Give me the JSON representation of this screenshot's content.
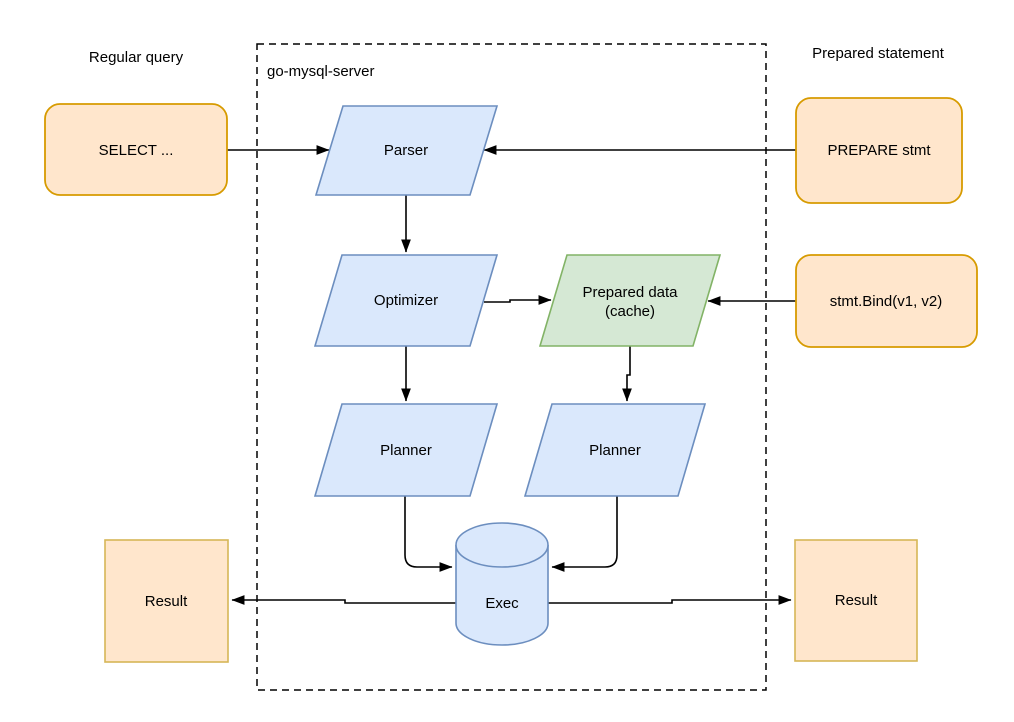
{
  "labels": {
    "regular_query": "Regular query",
    "container": "go-mysql-server",
    "prepared_statement": "Prepared statement"
  },
  "nodes": {
    "select": {
      "label": "SELECT ...",
      "shape": "rounded-rect"
    },
    "prepare_stmt": {
      "label": "PREPARE stmt",
      "shape": "rounded-rect"
    },
    "stmt_bind": {
      "label": "stmt.Bind(v1, v2)",
      "shape": "rounded-rect"
    },
    "parser": {
      "label": "Parser",
      "shape": "parallelogram"
    },
    "optimizer": {
      "label": "Optimizer",
      "shape": "parallelogram"
    },
    "prepared_data_cache": {
      "label_line1": "Prepared data",
      "label_line2": "(cache)",
      "shape": "parallelogram"
    },
    "planner_left": {
      "label": "Planner",
      "shape": "parallelogram"
    },
    "planner_right": {
      "label": "Planner",
      "shape": "parallelogram"
    },
    "exec": {
      "label": "Exec",
      "shape": "cylinder"
    },
    "result_left": {
      "label": "Result",
      "shape": "square"
    },
    "result_right": {
      "label": "Result",
      "shape": "square"
    }
  },
  "edges": [
    {
      "from": "select",
      "to": "parser"
    },
    {
      "from": "prepare_stmt",
      "to": "parser"
    },
    {
      "from": "parser",
      "to": "optimizer"
    },
    {
      "from": "optimizer",
      "to": "prepared_data_cache"
    },
    {
      "from": "stmt_bind",
      "to": "prepared_data_cache"
    },
    {
      "from": "optimizer",
      "to": "planner_left"
    },
    {
      "from": "prepared_data_cache",
      "to": "planner_right"
    },
    {
      "from": "planner_left",
      "to": "exec"
    },
    {
      "from": "planner_right",
      "to": "exec"
    },
    {
      "from": "exec",
      "to": "result_left"
    },
    {
      "from": "exec",
      "to": "result_right"
    }
  ],
  "colors": {
    "background": "#ffffff",
    "text": "#000000",
    "line": "#000000",
    "orange_fill": "#ffe6cc",
    "orange_stroke": "#d79b00",
    "result_stroke": "#d6b656",
    "blue_fill": "#dae8fc",
    "blue_stroke": "#6c8ebf",
    "green_fill": "#d5e8d4",
    "green_stroke": "#82b366"
  }
}
